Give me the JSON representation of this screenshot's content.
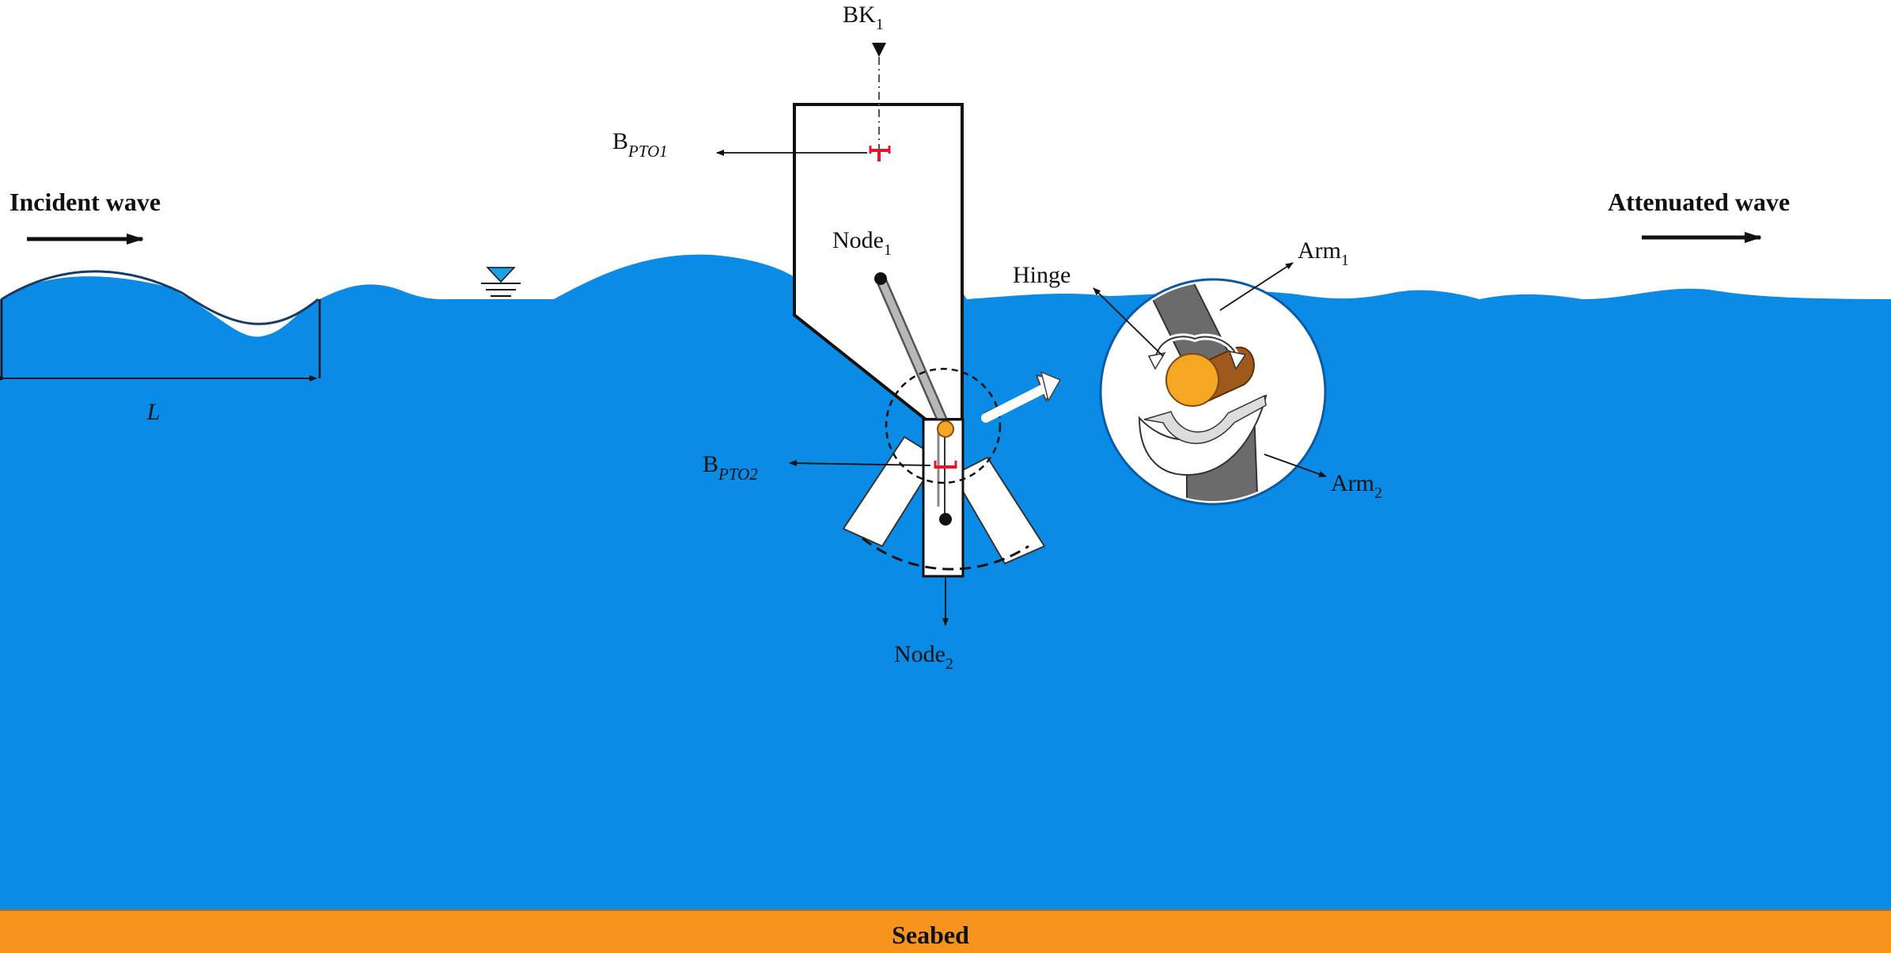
{
  "labels": {
    "bk_main": "BK",
    "bk_sub": "1",
    "bpto1_main": "B",
    "bpto1_sub": "PTO1",
    "bpto2_main": "B",
    "bpto2_sub": "PTO2",
    "incident": "Incident wave",
    "attenuated": "Attenuated wave",
    "node1_main": "Node",
    "node1_sub": "1",
    "node2_main": "Node",
    "node2_sub": "2",
    "hinge": "Hinge",
    "arm1_main": "Arm",
    "arm1_sub": "1",
    "arm2_main": "Arm",
    "arm2_sub": "2",
    "wavelength": "L",
    "seabed": "Seabed"
  },
  "colors": {
    "water": "#0a8be6",
    "seabed": "#f7941d",
    "hinge": "#f5a623",
    "hinge_dark": "#a0591c",
    "arm": "#6b6b6b",
    "pto": "#e8142a",
    "water_symbol": "#1aa0e8"
  }
}
